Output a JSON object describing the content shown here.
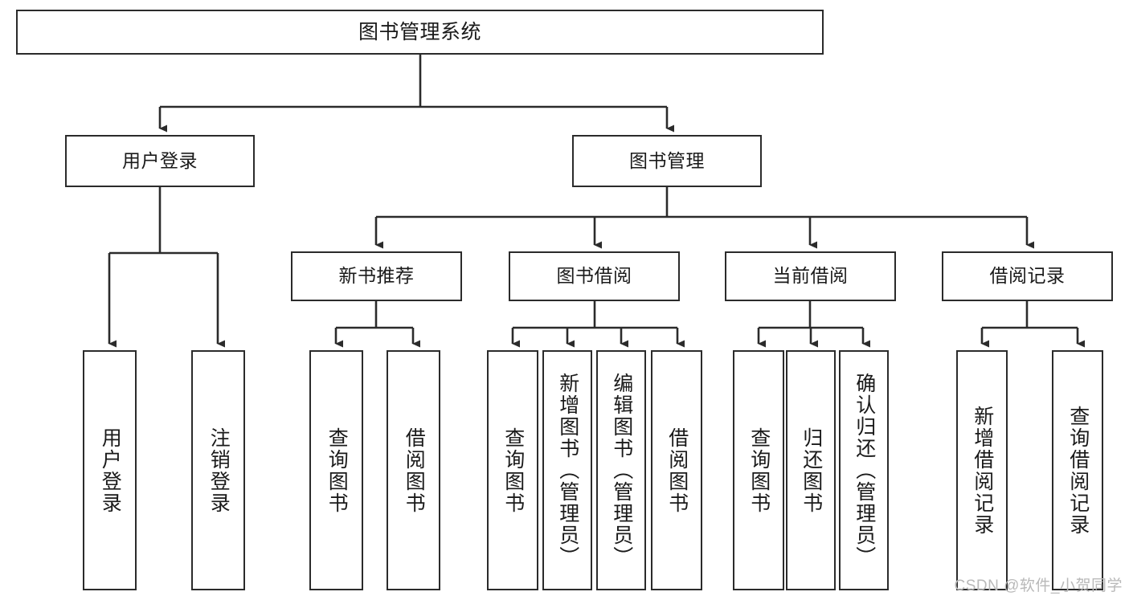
{
  "diagram": {
    "title": "图书管理系统",
    "watermark": "CSDN @软件_小贺同学",
    "root": {
      "label": "图书管理系统"
    },
    "level2": [
      {
        "label": "用户登录"
      },
      {
        "label": "图书管理"
      }
    ],
    "level3": [
      {
        "label": "新书推荐"
      },
      {
        "label": "图书借阅"
      },
      {
        "label": "当前借阅"
      },
      {
        "label": "借阅记录"
      }
    ],
    "leaves": {
      "user_login": [
        {
          "label": "用户登录"
        },
        {
          "label": "注销登录"
        }
      ],
      "new_book": [
        {
          "label": "查询图书"
        },
        {
          "label": "借阅图书"
        }
      ],
      "borrow": [
        {
          "label": "查询图书"
        },
        {
          "label": "新增图书（管理员）"
        },
        {
          "label": "编辑图书（管理员）"
        },
        {
          "label": "借阅图书"
        }
      ],
      "current": [
        {
          "label": "查询图书"
        },
        {
          "label": "归还图书"
        },
        {
          "label": "确认归还（管理员）"
        }
      ],
      "records": [
        {
          "label": "新增借阅记录"
        },
        {
          "label": "查询借阅记录"
        }
      ]
    },
    "colors": {
      "stroke": "#2b2b2b",
      "fill": "#ffffff",
      "text": "#1a1a1a",
      "watermark": "#b9b9b9"
    }
  }
}
